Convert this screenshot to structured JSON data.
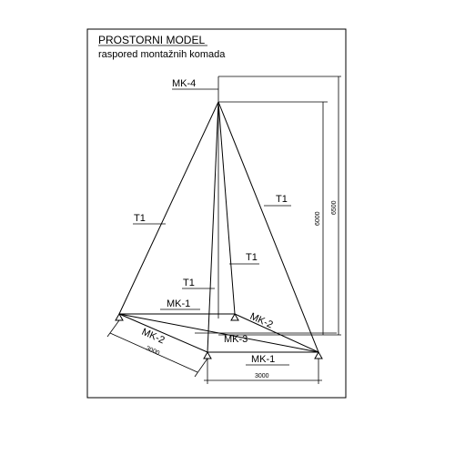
{
  "title": "PROSTORNI MODEL",
  "subtitle": "raspored montažnih komada",
  "labels": {
    "mk4": "MK-4",
    "t1_left": "T1",
    "t1_right": "T1",
    "t1_center": "T1",
    "t1_lower": "T1",
    "mk1_back": "MK-1",
    "mk2_right": "MK-2",
    "mk2_left": "MK-2",
    "mk3": "MK-3",
    "mk1_front": "MK-1"
  },
  "dimensions": {
    "height_inner": "6000",
    "height_outer": "6500",
    "width_left": "3000",
    "width_bottom": "3000"
  }
}
